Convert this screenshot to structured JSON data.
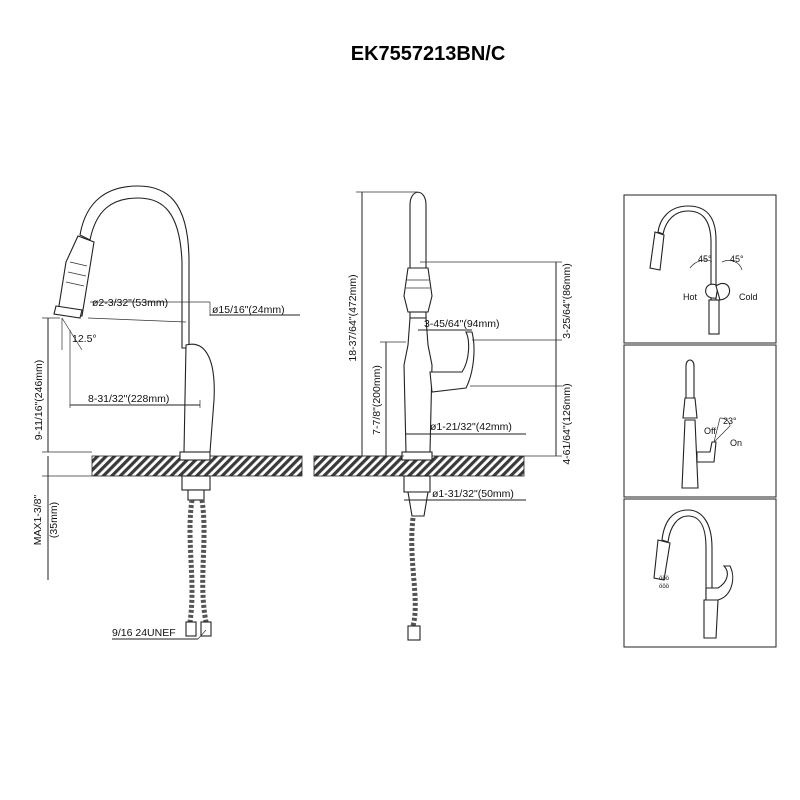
{
  "title": "EK7557213BN/C",
  "left_view": {
    "spray_diameter": "ø2-3/32\"(53mm)",
    "spout_diameter": "ø15/16\"(24mm)",
    "spray_angle": "12.5°",
    "height_above_deck": "9-11/16\"(246mm)",
    "reach": "8-31/32\"(228mm)",
    "max_deck_line1": "MAX1-3/8\"",
    "max_deck_line2": "(35mm)",
    "thread": "9/16 24UNEF"
  },
  "side_view": {
    "total_height": "18-37/64\"(472mm)",
    "spray_height": "3-25/64\"(86mm)",
    "handle_length": "3-45/64\"(94mm)",
    "handle_height": "7-7/8\"(200mm)",
    "handle_clearance": "4-61/64\"(126mm)",
    "base_diameter": "ø1-21/32\"(42mm)",
    "shank_diameter": "ø1-31/32\"(50mm)"
  },
  "panels": {
    "top": {
      "angle_left": "45°",
      "angle_right": "45°",
      "hot": "Hot",
      "cold": "Cold"
    },
    "middle": {
      "angle": "23°",
      "off": "Off",
      "on": "On"
    },
    "bottom": {
      "spray_mode_1": "ööö",
      "spray_mode_2": "ööö"
    }
  }
}
